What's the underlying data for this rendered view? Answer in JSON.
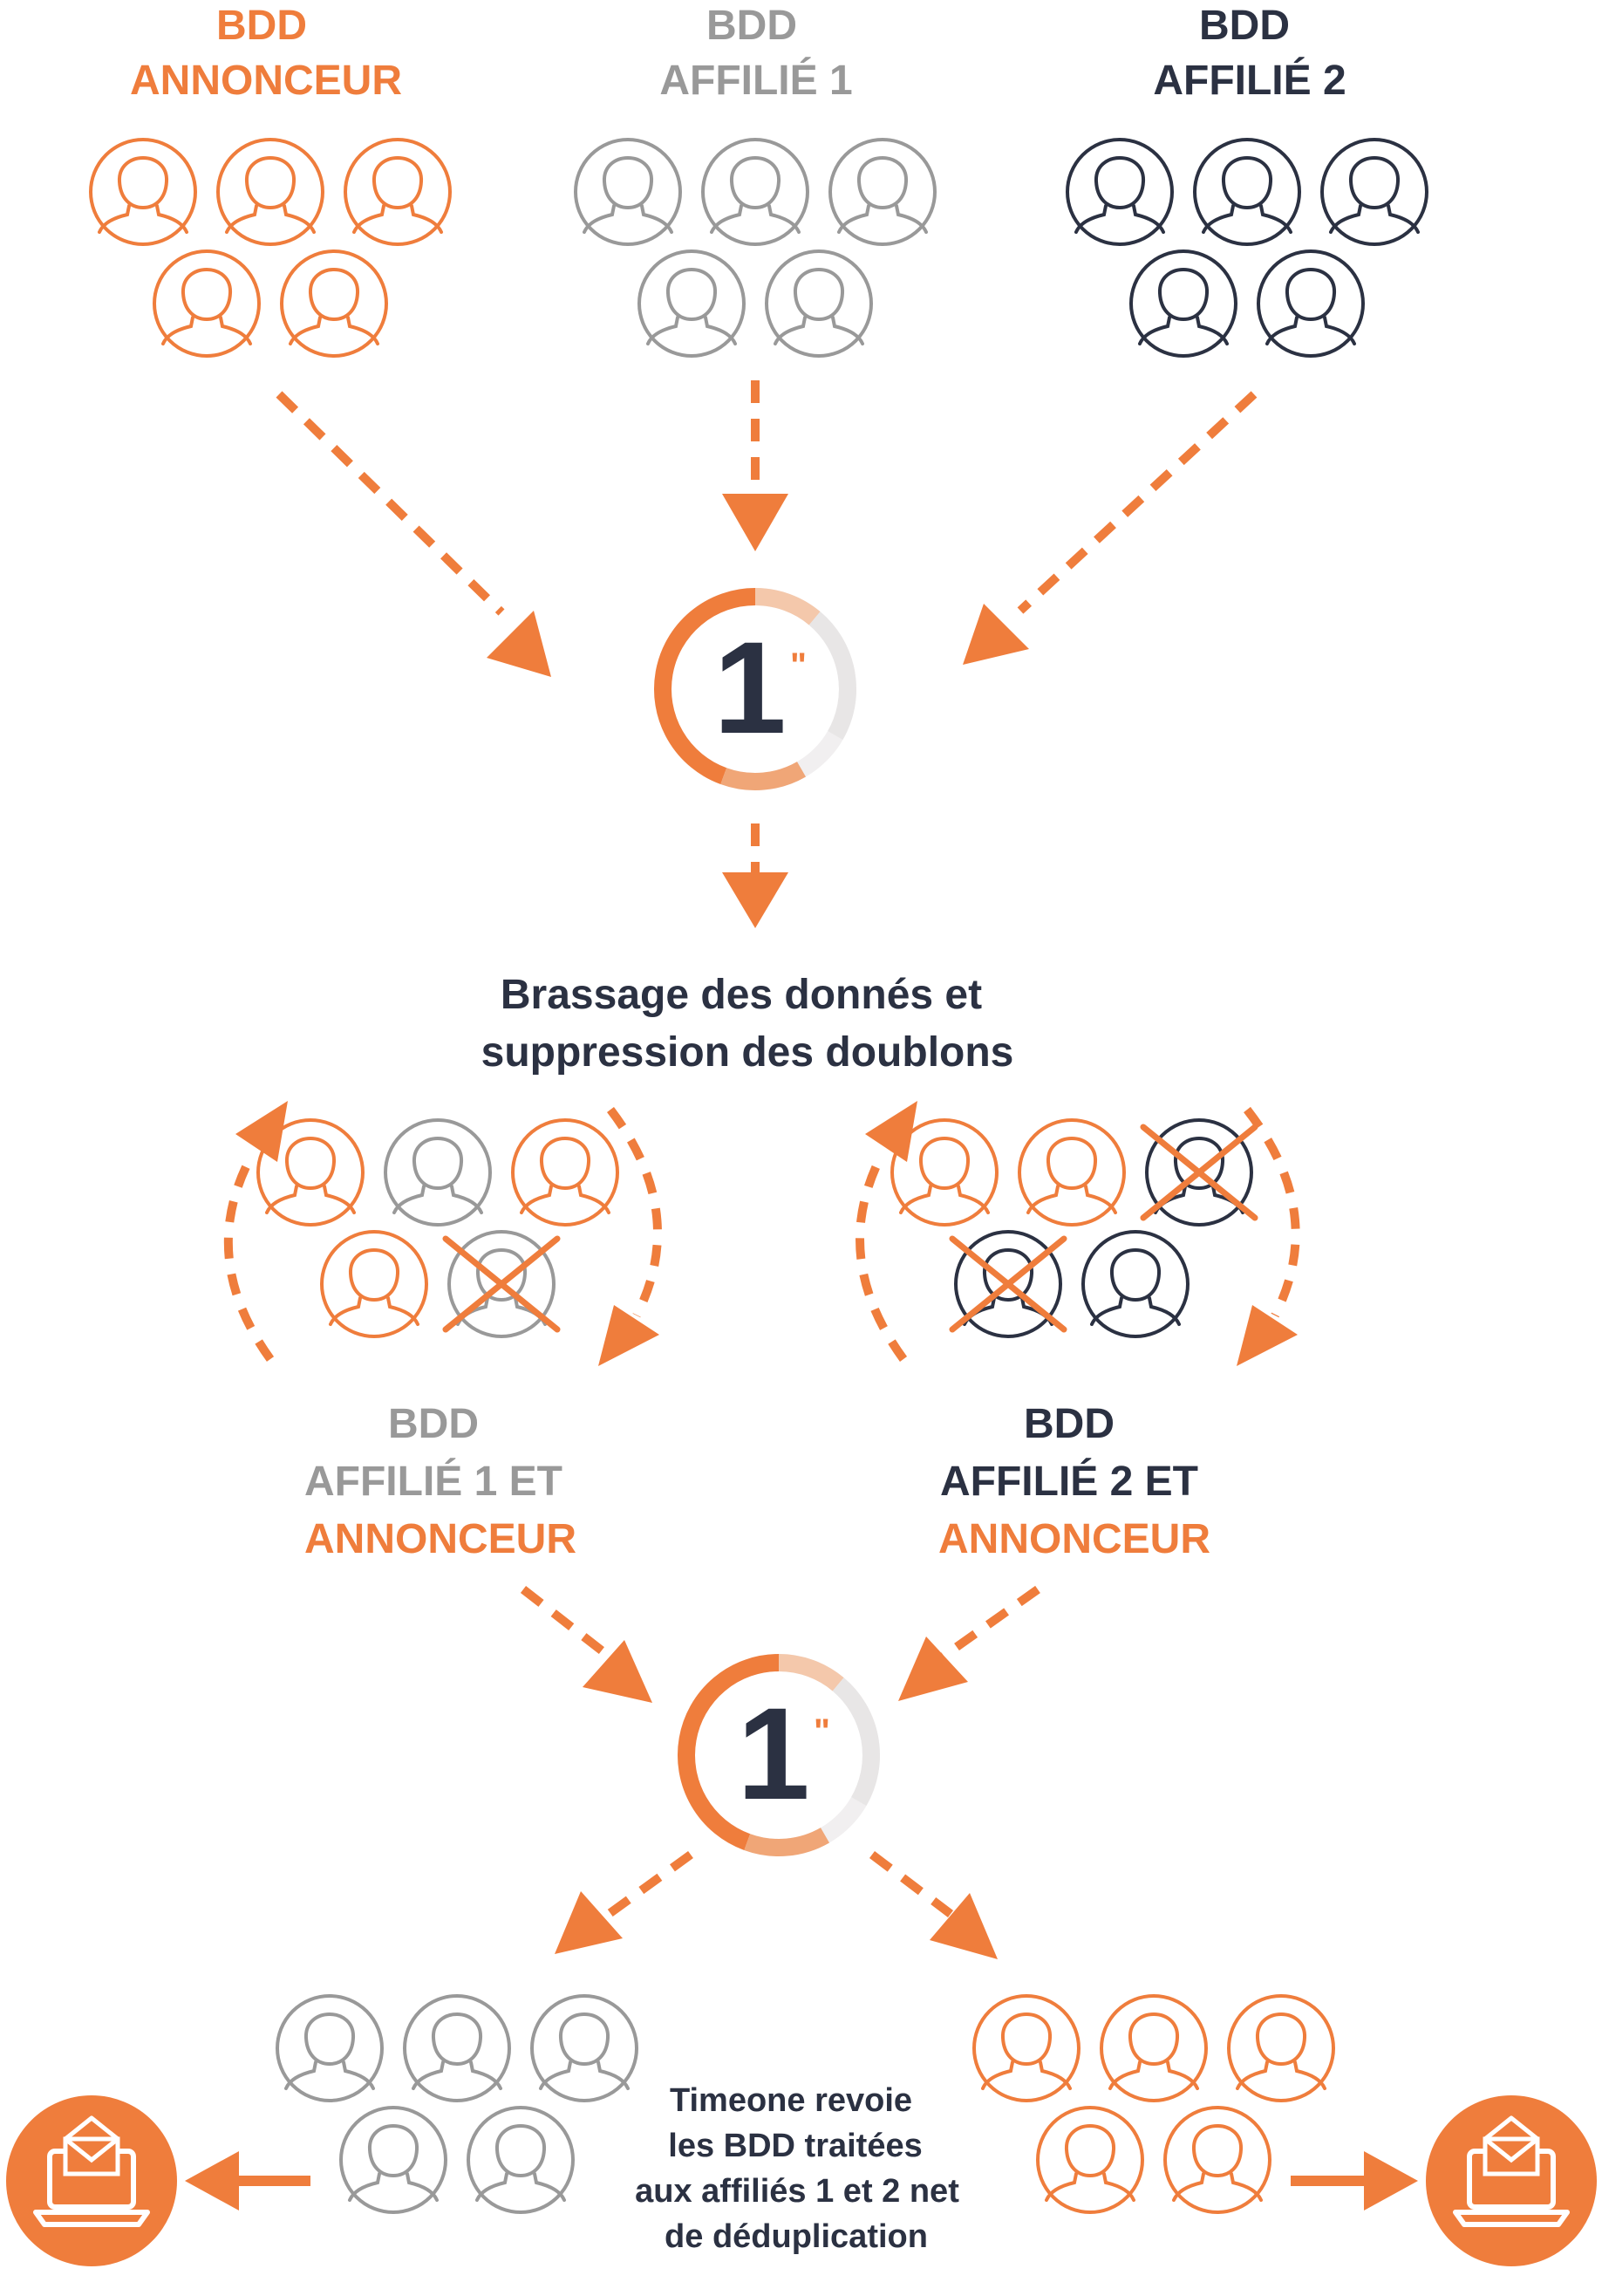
{
  "colors": {
    "orange": "#ef7d3c",
    "grey": "#999999",
    "navy": "#2b3142",
    "light": "#e6e6e6",
    "white": "#ffffff"
  },
  "top_sources": [
    {
      "line1": "BDD",
      "line2": "ANNONCEUR",
      "color": "orange",
      "users": [
        "orange",
        "orange",
        "orange",
        "orange",
        "orange"
      ]
    },
    {
      "line1": "BDD",
      "line2": "AFFILIÉ 1",
      "color": "grey",
      "users": [
        "grey",
        "grey",
        "grey",
        "grey",
        "grey"
      ]
    },
    {
      "line1": "BDD",
      "line2": "AFFILIÉ 2",
      "color": "navy",
      "users": [
        "navy",
        "navy",
        "navy",
        "navy",
        "navy"
      ]
    }
  ],
  "timer": {
    "label": "1",
    "mark": "\""
  },
  "shuffle_caption": {
    "line1": "Brassage des donnés et",
    "line2": "suppression des doublons"
  },
  "merged": [
    {
      "line1": "BDD",
      "line2": "AFFILIÉ 1 ET",
      "line3": "ANNONCEUR",
      "line1_color": "grey",
      "line2_color": "grey",
      "line3_color": "orange",
      "users": [
        {
          "color": "orange",
          "removed": false
        },
        {
          "color": "grey",
          "removed": false
        },
        {
          "color": "orange",
          "removed": false
        },
        {
          "color": "orange",
          "removed": false
        },
        {
          "color": "grey",
          "removed": true
        }
      ]
    },
    {
      "line1": "BDD",
      "line2": "AFFILIÉ 2 ET",
      "line3": "ANNONCEUR",
      "line1_color": "navy",
      "line2_color": "navy",
      "line3_color": "orange",
      "users": [
        {
          "color": "orange",
          "removed": false
        },
        {
          "color": "orange",
          "removed": false
        },
        {
          "color": "navy",
          "removed": true
        },
        {
          "color": "navy",
          "removed": true
        },
        {
          "color": "navy",
          "removed": false
        }
      ]
    }
  ],
  "outputs": [
    {
      "users": [
        "grey",
        "grey",
        "grey",
        "grey",
        "grey"
      ],
      "icon": "laptop-mail-icon"
    },
    {
      "users": [
        "orange",
        "orange",
        "orange",
        "orange",
        "orange"
      ],
      "icon": "laptop-mail-icon"
    }
  ],
  "result_caption": {
    "line1": "Timeone revoie",
    "line2": "les BDD traitées",
    "line3": "aux affiliés 1 et 2 net",
    "line4": "de déduplication"
  }
}
